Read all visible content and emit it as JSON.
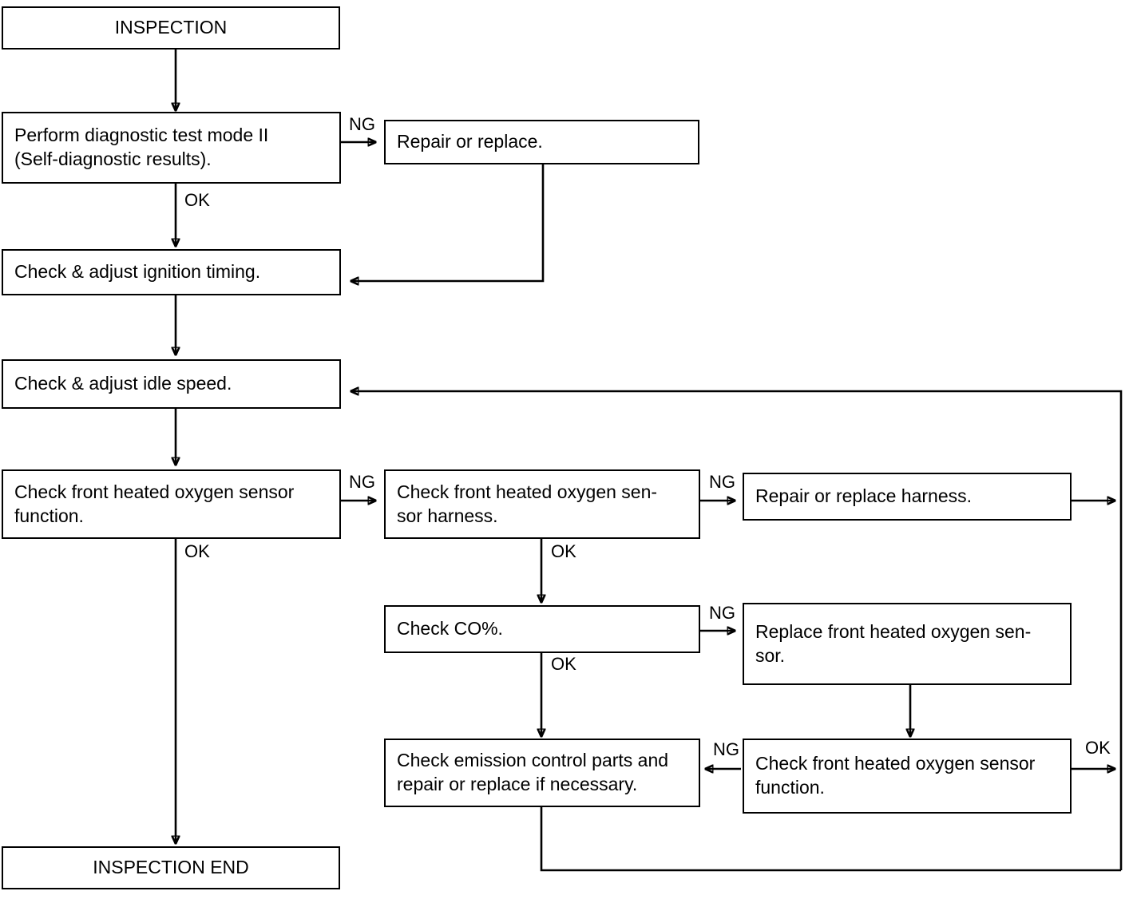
{
  "diagram": {
    "title": "Inspection flow chart",
    "type": "flowchart",
    "line_color": "#000000",
    "background_color": "#ffffff",
    "nodes": [
      {
        "id": "inspection",
        "text": "INSPECTION"
      },
      {
        "id": "diag_mode2",
        "text": "Perform diagnostic test mode II\n(Self-diagnostic results)."
      },
      {
        "id": "repair_replace",
        "text": "Repair or replace."
      },
      {
        "id": "ignition_timing",
        "text": "Check & adjust ignition timing."
      },
      {
        "id": "idle_speed",
        "text": "Check & adjust idle speed."
      },
      {
        "id": "fho2s_function",
        "text": "Check front heated oxygen sensor\nfunction."
      },
      {
        "id": "fho2s_harness",
        "text": "Check front heated oxygen sen-\nsor harness."
      },
      {
        "id": "repair_harness",
        "text": "Repair or replace harness."
      },
      {
        "id": "check_co",
        "text": "Check CO%."
      },
      {
        "id": "replace_fho2s",
        "text": "Replace front heated oxygen sen-\nsor."
      },
      {
        "id": "emission_parts",
        "text": "Check emission control parts and\nrepair or replace if necessary."
      },
      {
        "id": "fho2s_function_2",
        "text": "Check front heated oxygen sensor\nfunction."
      },
      {
        "id": "inspection_end",
        "text": "INSPECTION END"
      }
    ],
    "edge_labels": [
      {
        "id": "lbl_ng_1",
        "text": "NG"
      },
      {
        "id": "lbl_ok_1",
        "text": "OK"
      },
      {
        "id": "lbl_ng_2",
        "text": "NG"
      },
      {
        "id": "lbl_ok_2",
        "text": "OK"
      },
      {
        "id": "lbl_ng_3",
        "text": "NG"
      },
      {
        "id": "lbl_ok_3",
        "text": "OK"
      },
      {
        "id": "lbl_ng_4",
        "text": "NG"
      },
      {
        "id": "lbl_ok_4",
        "text": "OK"
      },
      {
        "id": "lbl_ng_5",
        "text": "NG"
      },
      {
        "id": "lbl_ok_5",
        "text": "OK"
      }
    ],
    "edges": [
      {
        "from": "inspection",
        "to": "diag_mode2",
        "label": ""
      },
      {
        "from": "diag_mode2",
        "to": "repair_replace",
        "label": "NG"
      },
      {
        "from": "diag_mode2",
        "to": "ignition_timing",
        "label": "OK"
      },
      {
        "from": "repair_replace",
        "to": "ignition_timing",
        "label": ""
      },
      {
        "from": "ignition_timing",
        "to": "idle_speed",
        "label": ""
      },
      {
        "from": "idle_speed",
        "to": "fho2s_function",
        "label": ""
      },
      {
        "from": "fho2s_function",
        "to": "fho2s_harness",
        "label": "NG"
      },
      {
        "from": "fho2s_function",
        "to": "inspection_end",
        "label": "OK"
      },
      {
        "from": "fho2s_harness",
        "to": "repair_harness",
        "label": "NG"
      },
      {
        "from": "fho2s_harness",
        "to": "check_co",
        "label": "OK"
      },
      {
        "from": "repair_harness",
        "to": "idle_speed",
        "label": ""
      },
      {
        "from": "check_co",
        "to": "replace_fho2s",
        "label": "OK"
      },
      {
        "from": "check_co",
        "to": "emission_parts",
        "label": "NG"
      },
      {
        "from": "replace_fho2s",
        "to": "fho2s_function_2",
        "label": ""
      },
      {
        "from": "fho2s_function_2",
        "to": "emission_parts",
        "label": "NG"
      },
      {
        "from": "fho2s_function_2",
        "to": "idle_speed",
        "label": "OK"
      },
      {
        "from": "emission_parts",
        "to": "idle_speed",
        "label": ""
      }
    ]
  }
}
